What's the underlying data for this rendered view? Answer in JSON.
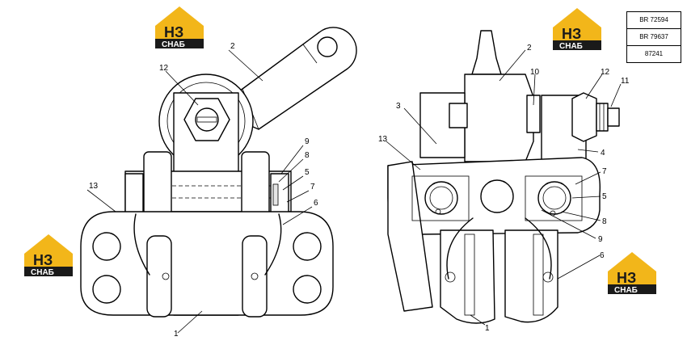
{
  "brand": {
    "logo_mark": "НЗ",
    "logo_text": "СНАБ",
    "house_color": "#f2b61a",
    "text_color": "#1a1a1a"
  },
  "part_numbers": [
    "BR 72594",
    "BR 79637",
    "87241"
  ],
  "left_view": {
    "callouts": [
      "1",
      "2",
      "5",
      "6",
      "7",
      "8",
      "9",
      "12",
      "13"
    ]
  },
  "right_view": {
    "callouts": [
      "1",
      "2",
      "3",
      "4",
      "5",
      "6",
      "7",
      "8",
      "9",
      "10",
      "11",
      "12",
      "13"
    ]
  }
}
